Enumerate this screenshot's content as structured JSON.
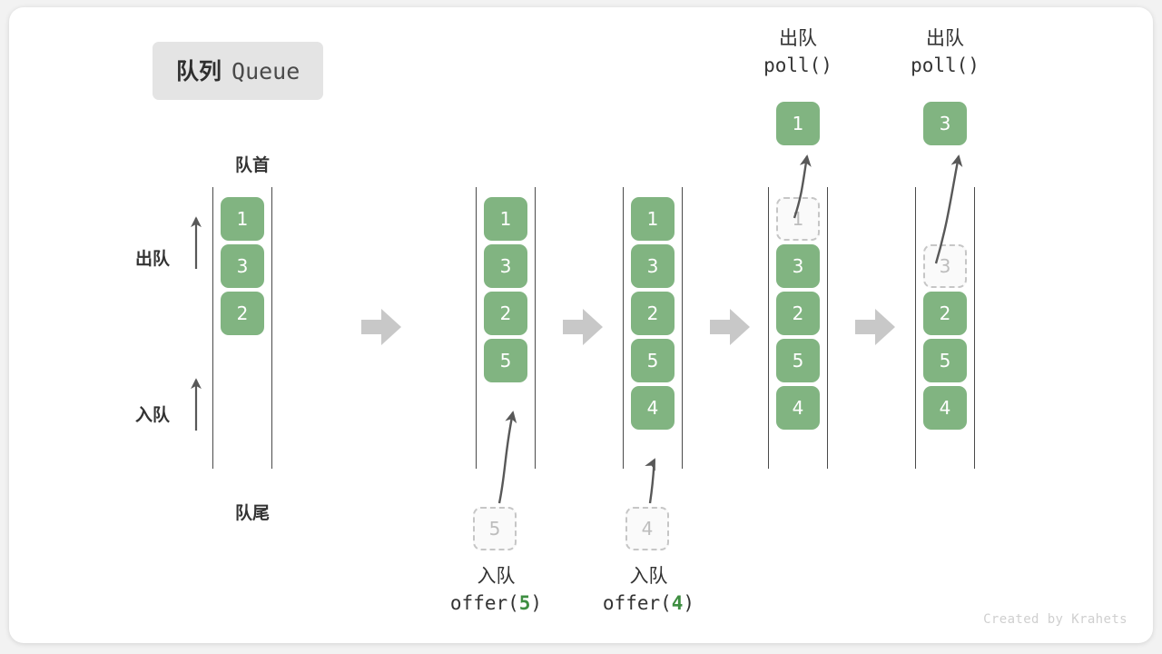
{
  "title": {
    "cn": "队列",
    "en": "Queue"
  },
  "labels": {
    "head": "队首",
    "tail": "队尾",
    "dequeue": "出队",
    "enqueue": "入队"
  },
  "footer": "Created by Krahets",
  "colors": {
    "item_green": "#81b481",
    "ghost_border": "#c6c6c6",
    "ghost_text": "#bdbdbd",
    "arrow_gray": "#c8c8c8",
    "rail": "#4a4a4a",
    "text": "#333333",
    "badge_bg": "#e4e4e4",
    "code_accent": "#3e8e41"
  },
  "stages": [
    {
      "name": "initial",
      "slots": [
        {
          "value": "1",
          "state": "filled"
        },
        {
          "value": "3",
          "state": "filled"
        },
        {
          "value": "2",
          "state": "filled"
        },
        {
          "value": "",
          "state": "empty"
        },
        {
          "value": "",
          "state": "empty"
        }
      ],
      "caption": null,
      "popped": null,
      "incoming": null
    },
    {
      "name": "after-offer-5",
      "slots": [
        {
          "value": "1",
          "state": "filled"
        },
        {
          "value": "3",
          "state": "filled"
        },
        {
          "value": "2",
          "state": "filled"
        },
        {
          "value": "5",
          "state": "filled"
        },
        {
          "value": "",
          "state": "empty"
        }
      ],
      "caption": {
        "cn": "入队",
        "code_prefix": "offer(",
        "code_num": "5",
        "code_suffix": ")"
      },
      "popped": null,
      "incoming": {
        "value": "5"
      }
    },
    {
      "name": "after-offer-4",
      "slots": [
        {
          "value": "1",
          "state": "filled"
        },
        {
          "value": "3",
          "state": "filled"
        },
        {
          "value": "2",
          "state": "filled"
        },
        {
          "value": "5",
          "state": "filled"
        },
        {
          "value": "4",
          "state": "filled"
        }
      ],
      "caption": {
        "cn": "入队",
        "code_prefix": "offer(",
        "code_num": "4",
        "code_suffix": ")"
      },
      "popped": null,
      "incoming": {
        "value": "4"
      }
    },
    {
      "name": "after-poll-1",
      "slots": [
        {
          "value": "1",
          "state": "ghost"
        },
        {
          "value": "3",
          "state": "filled"
        },
        {
          "value": "2",
          "state": "filled"
        },
        {
          "value": "5",
          "state": "filled"
        },
        {
          "value": "4",
          "state": "filled"
        }
      ],
      "caption": null,
      "popped": {
        "cn": "出队",
        "code": "poll()",
        "value": "1"
      },
      "incoming": null
    },
    {
      "name": "after-poll-3",
      "slots": [
        {
          "value": "",
          "state": "empty"
        },
        {
          "value": "3",
          "state": "ghost"
        },
        {
          "value": "2",
          "state": "filled"
        },
        {
          "value": "5",
          "state": "filled"
        },
        {
          "value": "4",
          "state": "filled"
        }
      ],
      "caption": null,
      "popped": {
        "cn": "出队",
        "code": "poll()",
        "value": "3"
      },
      "incoming": null
    }
  ]
}
